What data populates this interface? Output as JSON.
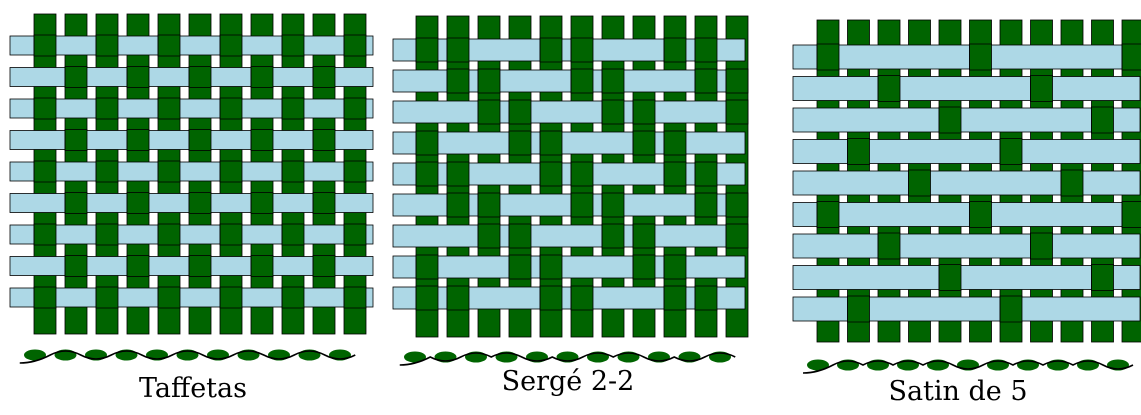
{
  "colors": {
    "warp": "#006400",
    "weft": "#add8e6",
    "outline": "#000000",
    "background": "#ffffff"
  },
  "weaves": [
    {
      "label": "Taffetas",
      "warp_count": 11,
      "weft_count": 9,
      "float": 1,
      "shift": 1
    },
    {
      "label": "Sergé 2-2",
      "warp_count": 11,
      "weft_count": 9,
      "float": 2,
      "shift": 1
    },
    {
      "label": "Satin de 5",
      "warp_count": 11,
      "weft_count": 9,
      "float": 4,
      "shift": 2
    }
  ]
}
